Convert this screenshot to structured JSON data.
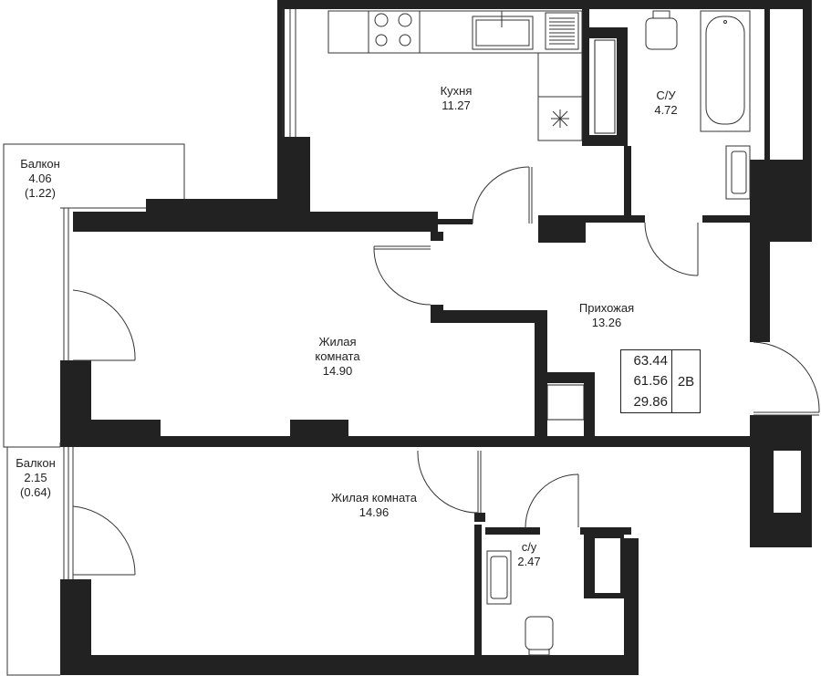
{
  "rooms": {
    "kitchen": {
      "name": "Кухня",
      "area": "11.27"
    },
    "bathroom": {
      "name": "С/У",
      "area": "4.72"
    },
    "hall": {
      "name": "Прихожая",
      "area": "13.26"
    },
    "living1": {
      "name_line1": "Жилая",
      "name_line2": "комната",
      "area": "14.90"
    },
    "living2": {
      "name": "Жилая комната",
      "area": "14.96"
    },
    "wc": {
      "name": "с/у",
      "area": "2.47"
    },
    "balcony1": {
      "name": "Балкон",
      "area": "4.06",
      "reduced": "(1.22)"
    },
    "balcony2": {
      "name": "Балкон",
      "area": "2.15",
      "reduced": "(0.64)"
    }
  },
  "summary": {
    "total_area": "63.44",
    "reduced_area": "61.56",
    "living_area": "29.86",
    "type": "2В"
  },
  "colors": {
    "wall": "#222222",
    "line": "#333333",
    "background": "#ffffff"
  }
}
